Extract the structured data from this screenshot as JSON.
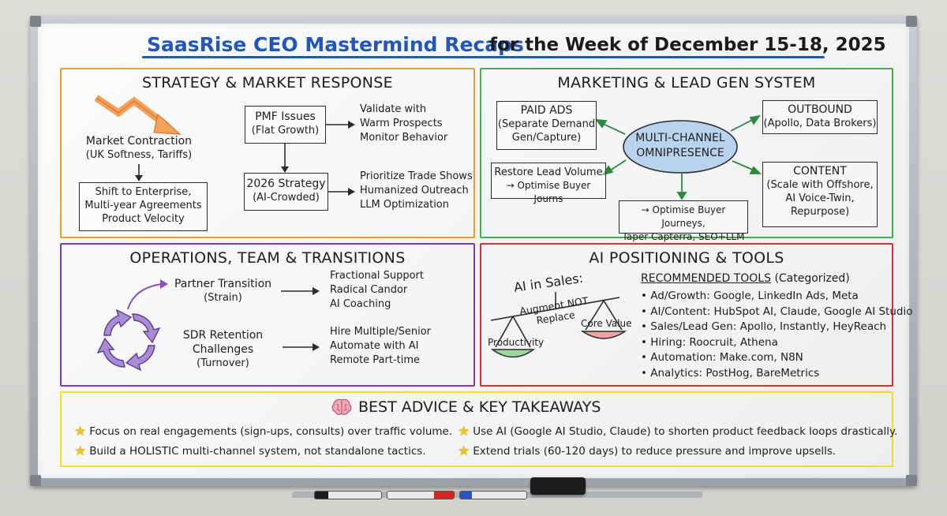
{
  "title": {
    "part1": "SaasRise CEO Mastermind Recaps",
    "part2": "for the Week of December 15-18, 2025"
  },
  "colors": {
    "orange": "#f09a2a",
    "green": "#3fae49",
    "purple": "#7a3db0",
    "red": "#d63030",
    "yellow": "#f2dc2a",
    "blue_title": "#2257b8"
  },
  "strategy": {
    "heading": "STRATEGY & MARKET RESPONSE",
    "market_contraction": "Market Contraction",
    "market_contraction_sub": "(UK Softness, Tariffs)",
    "shift_box": [
      "Shift to Enterprise,",
      "Multi-year Agreements",
      "Product Velocity"
    ],
    "pmf_box": [
      "PMF Issues",
      "(Flat Growth)"
    ],
    "pmf_actions": [
      "Validate with",
      "Warm Prospects",
      "Monitor Behavior"
    ],
    "strategy_box": [
      "2026 Strategy",
      "(AI-Crowded)"
    ],
    "strategy_actions": [
      "Prioritize Trade Shows",
      "Humanized Outreach",
      "LLM Optimization"
    ]
  },
  "marketing": {
    "heading": "MARKETING & LEAD GEN SYSTEM",
    "center": [
      "MULTI-CHANNEL",
      "OMNIPRESENCE"
    ],
    "paid_ads": [
      "PAID ADS",
      "(Separate Demand",
      "Gen/Capture)"
    ],
    "outbound": [
      "OUTBOUND",
      "(Apollo, Data Brokers)"
    ],
    "restore": [
      "Restore Lead Volume",
      "→ Optimise Buyer Journs"
    ],
    "content": [
      "CONTENT",
      "(Scale with Offshore,",
      "AI Voice-Twin,",
      "Repurpose)"
    ],
    "bottom_box": [
      "→ Optimise Buyer Journeys,",
      "Taper Capterra, SEO+LLM"
    ]
  },
  "operations": {
    "heading": "OPERATIONS, TEAM & TRANSITIONS",
    "partner": [
      "Partner Transition",
      "(Strain)"
    ],
    "partner_actions": [
      "Fractional Support",
      "Radical Candor",
      "AI Coaching"
    ],
    "sdr": [
      "SDR Retention",
      "Challenges",
      "(Turnover)"
    ],
    "sdr_actions": [
      "Hire Multiple/Senior",
      "Automate with AI",
      "Remote Part-time"
    ]
  },
  "ai": {
    "heading": "AI POSITIONING & TOOLS",
    "scale_title": "AI in Sales:",
    "scale_sub": [
      "Augment NOT",
      "Replace"
    ],
    "left_pan": "Productivity",
    "right_pan": "Core Value",
    "tools_heading": "RECOMMENDED TOOLS",
    "tools_heading_suffix": "(Categorized)",
    "tools": [
      "• Ad/Growth: Google, LinkedIn Ads, Meta",
      "• AI/Content: HubSpot AI, Claude, Google AI Studio",
      "• Sales/Lead Gen: Apollo, Instantly, HeyReach",
      "• Hiring: Roocruit, Athena",
      "• Automation: Make.com, N8N",
      "• Analytics: PostHog, BareMetrics"
    ]
  },
  "takeaways": {
    "icon": "brain-icon",
    "heading": "BEST ADVICE & KEY TAKEAWAYS",
    "items": [
      "Focus on real engagements (sign-ups, consults) over traffic volume.",
      "Use AI (Google AI Studio, Claude) to shorten product feedback loops drastically.",
      "Build a HOLISTIC multi-channel system, not standalone tactics.",
      "Extend trials (60-120 days) to reduce pressure and improve upsells."
    ]
  }
}
